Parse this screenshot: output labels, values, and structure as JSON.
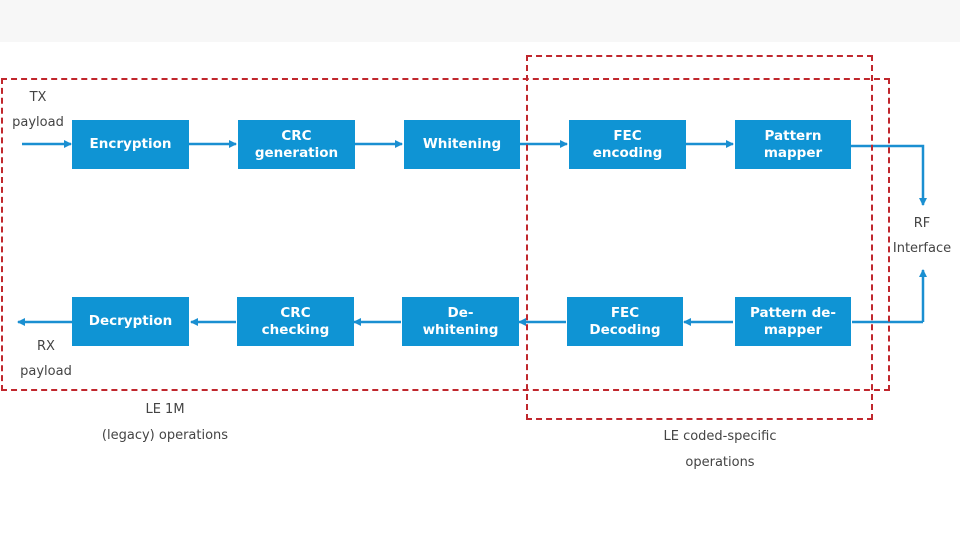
{
  "tx_path": {
    "label": [
      "TX",
      "payload"
    ],
    "blocks": [
      "Encryption",
      "CRC\ngeneration",
      "Whitening",
      "FEC\nencoding",
      "Pattern\nmapper"
    ]
  },
  "rx_path": {
    "label": [
      "RX",
      "payload"
    ],
    "blocks": [
      "Decryption",
      "CRC\nchecking",
      "De-\nwhitening",
      "FEC\nDecoding",
      "Pattern de-\nmapper"
    ]
  },
  "rf_interface": [
    "RF",
    "Interface"
  ],
  "regions": {
    "legacy": [
      "LE 1M",
      "(legacy) operations"
    ],
    "coded": [
      "LE coded-specific",
      "operations"
    ]
  },
  "colors": {
    "block": "#0f94d4",
    "arrow": "#1a8fd1",
    "dashed_region": "#c0272d"
  }
}
